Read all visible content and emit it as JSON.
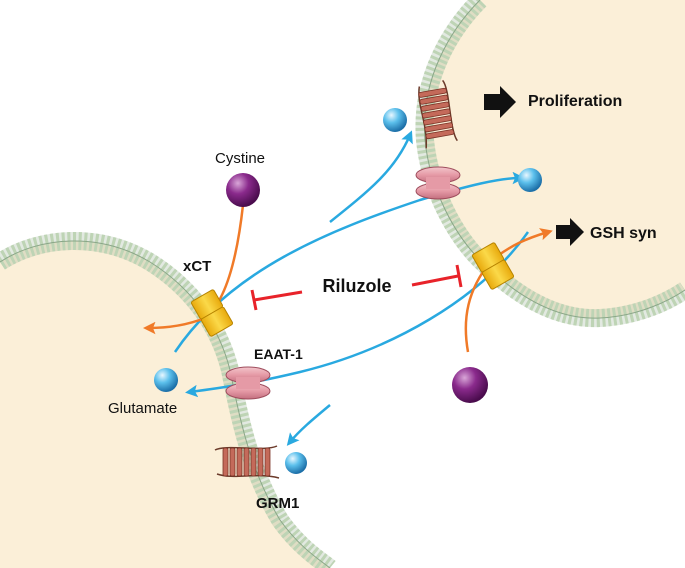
{
  "labels": {
    "cystine": "Cystine",
    "xct": "xCT",
    "riluzole": "Riluzole",
    "eaat1": "EAAT-1",
    "glutamate": "Glutamate",
    "grm1": "GRM1",
    "proliferation": "Proliferation",
    "gsh_syn": "GSH syn"
  },
  "colors": {
    "cytoplasm": "#fbefd8",
    "lipid_head": "#cfe3c4",
    "lipid_head_stroke": "#8aa688",
    "transporter_xct": "#f4c21c",
    "transporter_eaat": "#e9a9b3",
    "receptor_grm1": "#c46a5a",
    "glutamate_flow": "#29a9e0",
    "cystine_flow": "#f07a28",
    "inhibition": "#e8232a",
    "glutamate_molecule": "#3aa6de",
    "cystine_molecule": "#7b1d7e",
    "output_arrow": "#111111"
  },
  "icons": [
    "cell-membrane-icon",
    "xct-transporter-icon",
    "eaat1-transporter-icon",
    "grm1-receptor-icon",
    "glutamate-molecule-icon",
    "cystine-molecule-icon",
    "inhibition-arrow-icon",
    "output-arrow-icon"
  ]
}
